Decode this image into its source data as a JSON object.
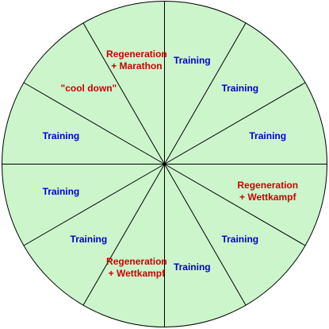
{
  "colors": {
    "wheel_fill": "#ccf5cc",
    "wheel_stroke": "#000000",
    "training_text": "#0000cc",
    "highlight_text": "#cc0000"
  },
  "segments": [
    {
      "lines": [
        "Training"
      ],
      "kind": "training"
    },
    {
      "lines": [
        "Training"
      ],
      "kind": "training"
    },
    {
      "lines": [
        "Training"
      ],
      "kind": "training"
    },
    {
      "lines": [
        "Regeneration",
        "+ Wettkampf"
      ],
      "kind": "highlight"
    },
    {
      "lines": [
        "Training"
      ],
      "kind": "training"
    },
    {
      "lines": [
        "Training"
      ],
      "kind": "training"
    },
    {
      "lines": [
        "Regeneration",
        "+ Wettkampf"
      ],
      "kind": "highlight"
    },
    {
      "lines": [
        "Training"
      ],
      "kind": "training"
    },
    {
      "lines": [
        "Training"
      ],
      "kind": "training"
    },
    {
      "lines": [
        "Training"
      ],
      "kind": "training"
    },
    {
      "lines": [
        "\"cool down\""
      ],
      "kind": "highlight"
    },
    {
      "lines": [
        "Regeneration",
        "+ Marathon"
      ],
      "kind": "highlight"
    }
  ]
}
